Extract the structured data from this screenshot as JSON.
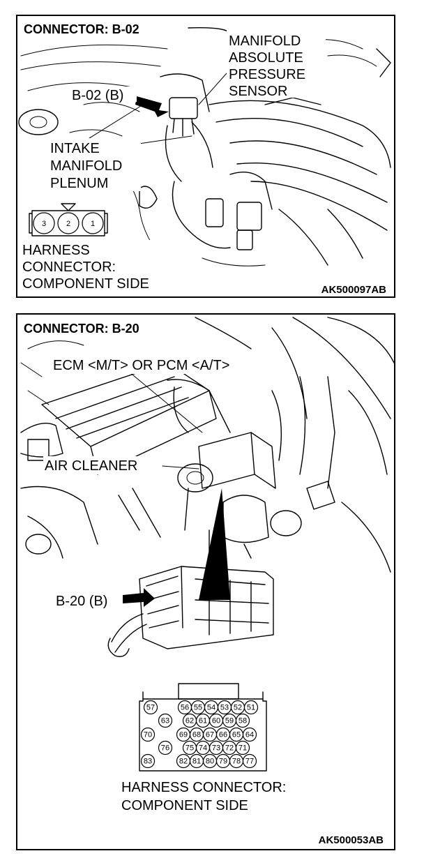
{
  "panel1": {
    "title": "CONNECTOR: B-02",
    "sensor_label": [
      "MANIFOLD",
      "ABSOLUTE",
      "PRESSURE",
      "SENSOR"
    ],
    "connector_ref": "B-02 (B)",
    "plenum_label": [
      "INTAKE",
      "MANIFOLD",
      "PLENUM"
    ],
    "pins": [
      "3",
      "2",
      "1"
    ],
    "harness_label": [
      "HARNESS",
      "CONNECTOR:",
      "COMPONENT SIDE"
    ],
    "figure_code": "AK500097AB"
  },
  "panel2": {
    "title": "CONNECTOR: B-20",
    "ecm_label": "ECM <M/T> OR PCM <A/T>",
    "air_cleaner_label": "AIR CLEANER",
    "connector_ref": "B-20 (B)",
    "pins": {
      "row1": [
        "57",
        "56",
        "55",
        "54",
        "53",
        "52",
        "51"
      ],
      "row2": [
        "63",
        "62",
        "61",
        "60",
        "59",
        "58"
      ],
      "row3": [
        "70",
        "69",
        "68",
        "67",
        "66",
        "65",
        "64"
      ],
      "row4": [
        "76",
        "75",
        "74",
        "73",
        "72",
        "71"
      ],
      "row5": [
        "83",
        "82",
        "81",
        "80",
        "79",
        "78",
        "77"
      ]
    },
    "harness_label": [
      "HARNESS CONNECTOR:",
      "COMPONENT SIDE"
    ],
    "figure_code": "AK500053AB"
  }
}
